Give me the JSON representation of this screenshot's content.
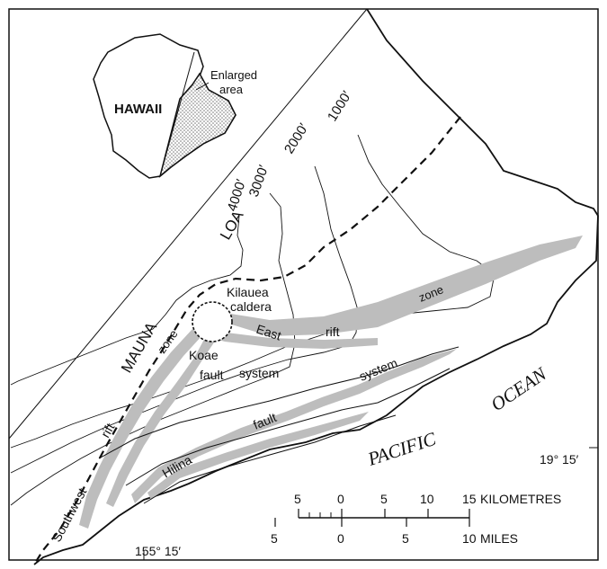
{
  "inset": {
    "island_label": "HAWAII",
    "enlarged_line1": "Enlarged",
    "enlarged_line2": "area"
  },
  "contours": {
    "c1000": "1000′",
    "c2000": "2000′",
    "c3000": "3000′",
    "c4000": "4000′"
  },
  "labels": {
    "loa": "LOA",
    "mauna": "MAUNA",
    "kilauea": "Kilauea",
    "caldera": "caldera",
    "east": "East",
    "rift_east": "rift",
    "zone_east": "zone",
    "koae": "Koae",
    "fault_koae": "fault",
    "system_koae": "system",
    "zone_sw": "zone",
    "rift_sw": "rift",
    "southwest": "Southwest",
    "hilina": "Hilina",
    "fault_hilina": "fault",
    "system_hilina": "system",
    "pacific": "PACIFIC",
    "ocean": "OCEAN",
    "lat": "19° 15′",
    "lon": "155° 15′"
  },
  "scale": {
    "km_ticks": [
      "5",
      "0",
      "5",
      "10",
      "15"
    ],
    "km_unit": "KILOMETRES",
    "mi_ticks": [
      "5",
      "0",
      "5",
      "10"
    ],
    "mi_unit": "MILES"
  },
  "colors": {
    "rift_fill": "#bdbdbd",
    "line": "#111111"
  }
}
